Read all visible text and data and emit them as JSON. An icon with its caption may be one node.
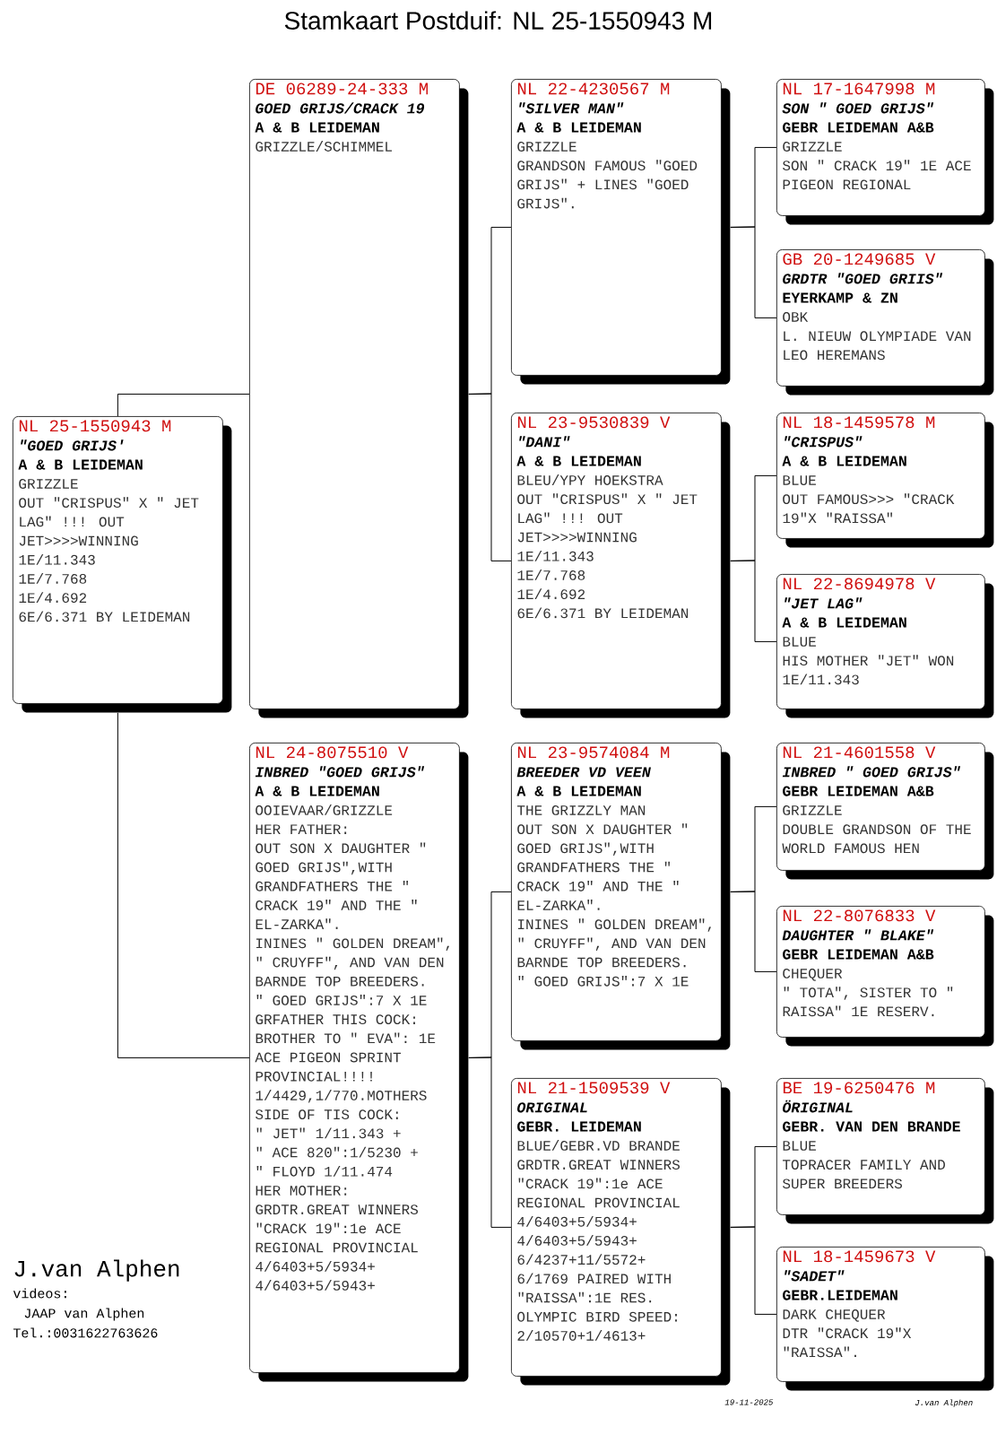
{
  "diagram": {
    "title": "Stamkaart Postduif: NL  25-1550943 M",
    "nodes": [
      {
        "text": [
          "NL  25-1550943 M",
          "\"GOED GRIJS'",
          "A & B LEIDEMAN",
          "GRIZZLE",
          "OUT \"CRISPUS\" X \" JET LAG\" !!! OUT JET>>>>WINNING",
          "1E/11.343",
          "1E/7.768",
          "1E/4.692",
          "6E/6.371 BY LEIDEMAN"
        ]
      },
      {
        "text": [
          "DE  06289-24-333 M",
          "GOED GRIJS/CRACK 19",
          "A & B LEIDEMAN",
          "GRIZZLE/SCHIMMEL"
        ]
      },
      {
        "text": [
          "NL  24-8075510 V",
          "INBRED \"GOED GRIJS\"",
          "A & B LEIDEMAN",
          "OOIEVAAR/GRIZZLE",
          "HER FATHER:",
          "OUT SON X DAUGHTER \" GOED GRIJS\",WITH GRANDFATHERS THE \" CRACK 19\" AND THE \" EL-ZARKA\".",
          "ININES \" GOLDEN DREAM\", \" CRUYFF\", AND VAN DEN BARNDE TOP BREEDERS.",
          "\" GOED GRIJS\":7 X 1E",
          "GRFATHER THIS COCK: BROTHER TO \" EVA\": 1E ACE PIGEON SPRINT PROVINCIAL!!!! 1/4429,1/770.MOTHERS SIDE OF TIS COCK:",
          "\" JET\" 1/11.343 +",
          "\" ACE 820\":1/5230 +",
          "\" FLOYD 1/11.474",
          "HER MOTHER:",
          "GRDTR.GREAT WINNERS \"CRACK 19\":1e ACE REGIONAL PROVINCIAL",
          "4/6403+5/5934+",
          "4/6403+5/5943+"
        ]
      },
      {
        "text": [
          "NL  22-4230567 M",
          "\"SILVER MAN\"",
          "A & B LEIDEMAN",
          "GRIZZLE",
          "GRANDSON FAMOUS \"GOED GRIJS\" + LINES \"GOED GRIJS\"."
        ]
      },
      {
        "text": [
          "NL  23-9530839 V",
          "\"DANI\"",
          "A & B LEIDEMAN",
          "BLEU/YPY HOEKSTRA",
          "OUT \"CRISPUS\" X \" JET LAG\" !!! OUT JET>>>>WINNING",
          "1E/11.343",
          "1E/7.768",
          "1E/4.692",
          "6E/6.371 BY LEIDEMAN"
        ]
      },
      {
        "text": [
          "NL  23-9574084 M",
          "BREEDER VD VEEN",
          "A & B LEIDEMAN",
          "THE GRIZZLY MAN",
          "OUT SON X DAUGHTER \" GOED GRIJS\",WITH GRANDFATHERS THE \" CRACK 19\" AND THE \" EL-ZARKA\".",
          "ININES \" GOLDEN DREAM\", \" CRUYFF\", AND VAN DEN BARNDE TOP BREEDERS.",
          "\" GOED GRIJS\":7 X 1E"
        ]
      },
      {
        "text": [
          "NL  21-1509539 V",
          "ORIGINAL",
          "GEBR. LEIDEMAN",
          "BLUE/GEBR.VD BRANDE",
          "GRDTR.GREAT WINNERS \"CRACK 19\":1e ACE REGIONAL PROVINCIAL",
          "4/6403+5/5934+",
          "4/6403+5/5943+",
          "6/4237+11/5572+",
          "6/1769 PAIRED WITH \"RAISSA\":1E RES. OLYMPIC BIRD SPEED:",
          "2/10570+1/4613+"
        ]
      },
      {
        "text": [
          "NL  17-1647998 M",
          "SON \" GOED GRIJS\"",
          "GEBR LEIDEMAN A&B",
          "GRIZZLE",
          "SON \" CRACK 19\" 1E ACE PIGEON REGIONAL"
        ]
      },
      {
        "text": [
          "GB  20-1249685 V",
          "GRDTR \"GOED GRIIS\"",
          "EYERKAMP & ZN",
          "OBK",
          "L. NIEUW OLYMPIADE VAN LEO HEREMANS"
        ]
      },
      {
        "text": [
          "NL  18-1459578 M",
          "\"CRISPUS\"",
          "A & B LEIDEMAN",
          "BLUE",
          "OUT FAMOUS>>> \"CRACK 19\"X \"RAISSA\""
        ]
      },
      {
        "text": [
          "NL  22-8694978 V",
          "\"JET LAG\"",
          "A & B LEIDEMAN",
          "BLUE",
          "HIS MOTHER \"JET\" WON 1E/11.343"
        ]
      },
      {
        "text": [
          "NL  21-4601558 V",
          "INBRED \" GOED GRIJS\"",
          "GEBR LEIDEMAN A&B",
          "GRIZZLE",
          "DOUBLE GRANDSON OF THE WORLD FAMOUS HEN"
        ]
      },
      {
        "text": [
          "NL  22-8076833 V",
          "DAUGHTER \" BLAKE\"",
          "GEBR LEIDEMAN A&B",
          "CHEQUER",
          "\" TOTA\", SISTER TO \" RAISSA\" 1E RESERV."
        ]
      },
      {
        "text": [
          "BE  19-6250476 M",
          "ÖRIGINAL",
          "GEBR. VAN DEN BRANDE",
          "BLUE",
          "TOPRACER FAMILY AND SUPER BREEDERS"
        ]
      },
      {
        "text": [
          "NL  18-1459673 V",
          "\"SADET\"",
          "GEBR.LEIDEMAN",
          "DARK CHEQUER",
          "DTR \"CRACK 19\"X \"RAISSA\"."
        ]
      }
    ],
    "edges": [
      {
        "from": 0,
        "to": 1,
        "arrow": "none"
      },
      {
        "from": 0,
        "to": 2,
        "arrow": "none"
      },
      {
        "from": 1,
        "to": 3,
        "arrow": "none"
      },
      {
        "from": 1,
        "to": 4,
        "arrow": "none"
      },
      {
        "from": 2,
        "to": 5,
        "arrow": "none"
      },
      {
        "from": 2,
        "to": 6,
        "arrow": "none"
      },
      {
        "from": 3,
        "to": 7,
        "arrow": "none"
      },
      {
        "from": 3,
        "to": 8,
        "arrow": "none"
      },
      {
        "from": 4,
        "to": 9,
        "arrow": "none"
      },
      {
        "from": 4,
        "to": 10,
        "arrow": "none"
      },
      {
        "from": 5,
        "to": 11,
        "arrow": "none"
      },
      {
        "from": 5,
        "to": 12,
        "arrow": "none"
      },
      {
        "from": 6,
        "to": 13,
        "arrow": "none"
      },
      {
        "from": 6,
        "to": 14,
        "arrow": "none"
      }
    ],
    "labels": [
      "J.van Alphen",
      "videos:",
      "JAAP van Alphen",
      "Tel.:0031622763626",
      "19-11-2025",
      "J.van Alphen"
    ]
  }
}
